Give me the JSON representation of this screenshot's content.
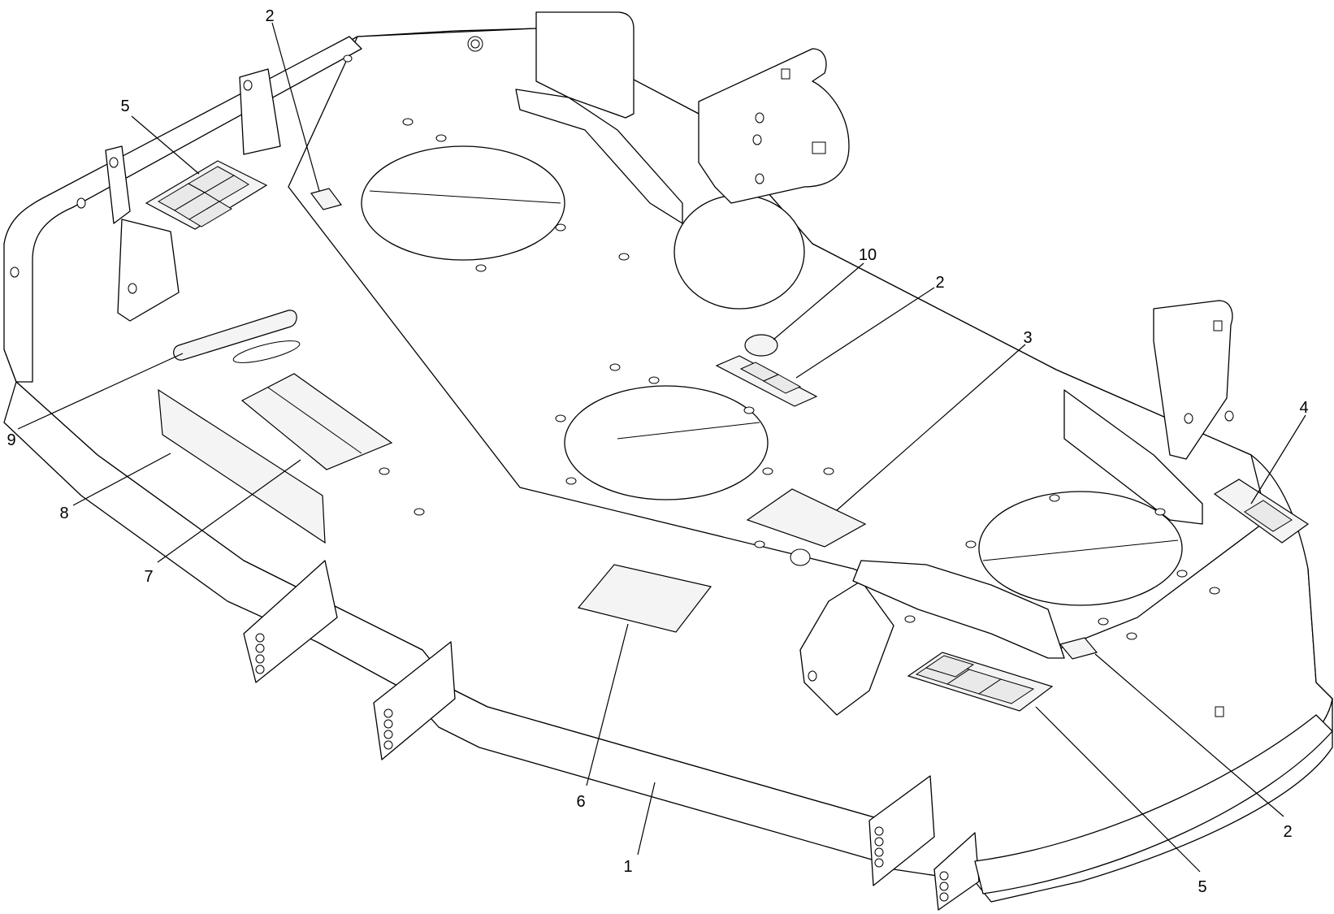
{
  "callouts": [
    {
      "id": "c1",
      "text": "1"
    },
    {
      "id": "c2a",
      "text": "2"
    },
    {
      "id": "c2b",
      "text": "2"
    },
    {
      "id": "c2c",
      "text": "2"
    },
    {
      "id": "c3",
      "text": "3"
    },
    {
      "id": "c4",
      "text": "4"
    },
    {
      "id": "c5a",
      "text": "5"
    },
    {
      "id": "c5b",
      "text": "5"
    },
    {
      "id": "c6",
      "text": "6"
    },
    {
      "id": "c7",
      "text": "7"
    },
    {
      "id": "c8",
      "text": "8"
    },
    {
      "id": "c9",
      "text": "9"
    },
    {
      "id": "c10",
      "text": "10"
    }
  ]
}
